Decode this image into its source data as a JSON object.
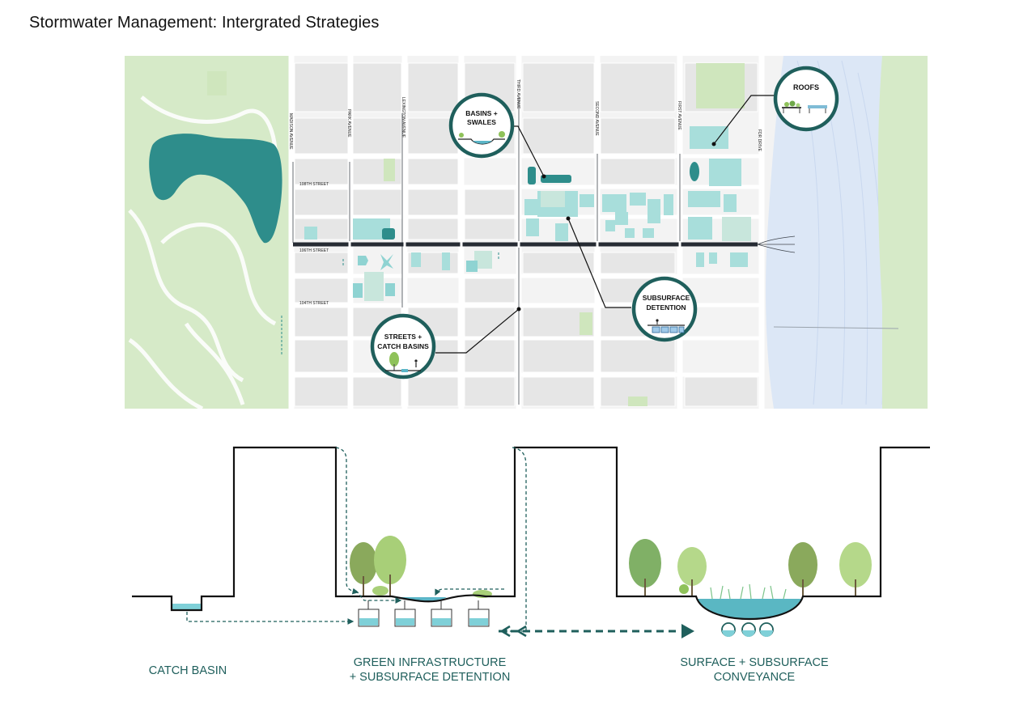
{
  "title": "Stormwater Management: Intergrated Strategies",
  "colors": {
    "teal_dark": "#1f5f5c",
    "teal": "#2f8f8c",
    "aqua": "#8fd3d2",
    "aqua_light": "#c3ece9",
    "water": "#dfe9f7",
    "park": "#d6eac8",
    "block": "#ececec",
    "street_main": "#262b33"
  },
  "map": {
    "streets": {
      "s108": "108TH STREET",
      "s106": "106TH STREET",
      "s104": "104TH STREET"
    },
    "avenues": {
      "madison": "MADISON AVENUE",
      "park": "PARK AVENUE",
      "lexington": "LEXINGTON AVENUE",
      "third": "THIRD AVENUE",
      "second": "SECOND AVENUE",
      "first": "FIRST AVENUE",
      "fdr": "FDR DRIVE"
    },
    "callouts": {
      "roofs": "ROOFS",
      "basins_1": "BASINS +",
      "basins_2": "SWALES",
      "subsurface_1": "SUBSURFACE",
      "subsurface_2": "DETENTION",
      "streets_1": "STREETS +",
      "streets_2": "CATCH BASINS"
    }
  },
  "section": {
    "catch_basin": "CATCH BASIN",
    "green_1": "GREEN INFRASTRUCTURE",
    "green_2": "+ SUBSURFACE DETENTION",
    "conveyance_1": "SURFACE + SUBSURFACE",
    "conveyance_2": "CONVEYANCE"
  }
}
